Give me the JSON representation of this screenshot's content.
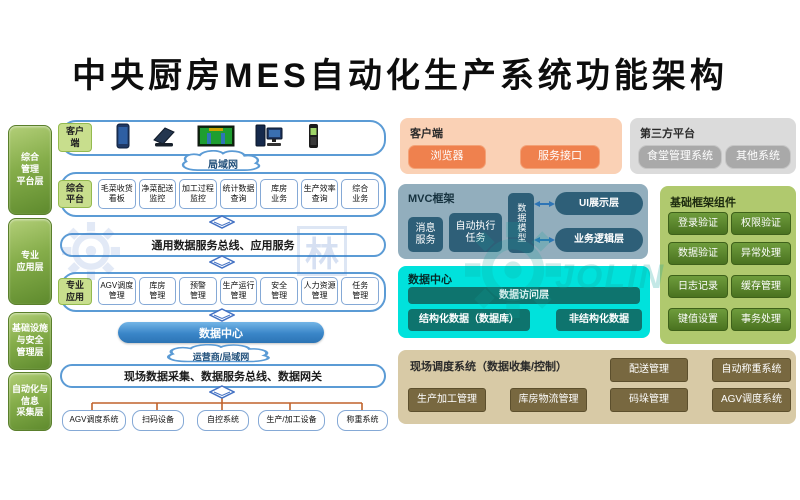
{
  "title": "中央厨房MES自动化生产系统功能架构",
  "sidebar": {
    "layer1": "综合\n管理\n平台层",
    "layer2": "专业\n应用层",
    "layer3": "基础设施\n与安全\n管理层",
    "layer4": "自动化与\n信息\n采集层"
  },
  "left": {
    "client_tab": "客户\n端",
    "device_icons": [
      "smartphone",
      "tablet",
      "led-display",
      "desktop-pc",
      "handheld-scanner"
    ],
    "lan_cloud": "局域网",
    "platform_tab": "综合\n平台",
    "platform_items": [
      "毛菜收货\n看板",
      "净菜配送\n监控",
      "加工过程\n监控",
      "统计数据\n查询",
      "库房\n业务",
      "生产效率\n查询",
      "综合\n业务"
    ],
    "service_bus": "通用数据服务总线、应用服务",
    "app_tab": "专业\n应用",
    "app_items": [
      "AGV调度\n管理",
      "库房\n管理",
      "预警\n管理",
      "生产运行\n管理",
      "安全\n管理",
      "人力资源\n管理",
      "任务\n管理"
    ],
    "data_center": "数据中心",
    "carrier_cloud": "运营商/局域网",
    "field_bus": "现场数据采集、数据服务总线、数据网关",
    "field_devices": [
      "AGV调度系统",
      "扫码设备",
      "自控系统",
      "生产/加工设备",
      "称重系统"
    ]
  },
  "right": {
    "client": {
      "title": "客户端",
      "browser": "浏览器",
      "service_api": "服务接口"
    },
    "third_party": {
      "title": "第三方平台",
      "canteen": "食堂管理系统",
      "other": "其他系统"
    },
    "mvc": {
      "title": "MVC框架",
      "message": "消息\n服务",
      "auto_task": "自动执行\n任务",
      "data_model": "数据模型",
      "ui_layer": "UI展示层",
      "logic_layer": "业务逻辑层"
    },
    "framework": {
      "title": "基础框架组件",
      "items": [
        "登录验证",
        "权限验证",
        "数据验证",
        "异常处理",
        "日志记录",
        "缓存管理",
        "键值设置",
        "事务处理"
      ]
    },
    "data_center": {
      "title": "数据中心",
      "access": "数据访问层",
      "structured": "结构化数据（数据库）",
      "unstructured": "非结构化数据"
    },
    "dispatch": {
      "title": "现场调度系统（数据收集/控制）",
      "delivery": "配送管理",
      "auto_weighing": "自动称重系统",
      "production": "生产加工管理",
      "warehouse_logistics": "库房物流管理",
      "palletizing": "码垛管理",
      "agv": "AGV调度系统"
    }
  },
  "watermark": {
    "char": "林",
    "brand": "JOLIN"
  },
  "colors": {
    "blue_border": "#5B9BD5",
    "sidebar_green": "#5E8A2D",
    "tab_green": "#C8DE8D",
    "peach_bg": "#FAD1B5",
    "orange_button": "#EF814E",
    "gray_bg": "#DBDBDB",
    "gray_button": "#A9A9A9",
    "mvc_bg": "#92AEBD",
    "slate_button": "#2E5F78",
    "cyan_bg": "#00E2DC",
    "teal_button": "#0E746E",
    "green_panel_bg": "#B0C96E",
    "green_button": "#4A7220",
    "tan_bg": "#D8CAA6",
    "brown_button": "#786840",
    "connector_orange": "#C0622B",
    "data_center_bar": "#2C74B4"
  }
}
